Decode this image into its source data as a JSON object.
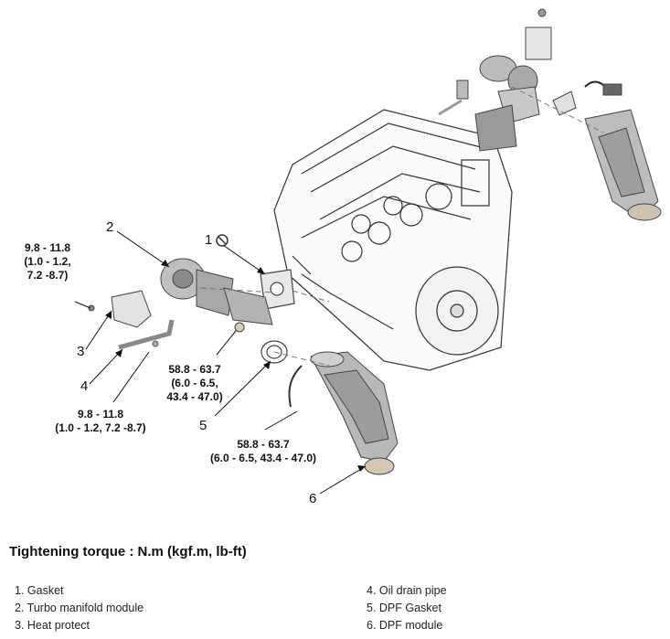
{
  "torque_specs": {
    "t1": "9.8 - 11.8\n(1.0 - 1.2,\n7.2 -8.7)",
    "t2": "9.8 - 11.8\n(1.0 - 1.2, 7.2 -8.7)",
    "t3": "58.8 - 63.7\n(6.0 - 6.5,\n43.4 - 47.0)",
    "t4": "58.8 - 63.7\n(6.0 - 6.5, 43.4 - 47.0)"
  },
  "callouts": {
    "n1": "1",
    "n2": "2",
    "n3": "3",
    "n4": "4",
    "n5": "5",
    "n6": "6"
  },
  "heading": "Tightening torque : N.m (kgf.m, lb-ft)",
  "legend": {
    "left": [
      "1. Gasket",
      "2. Turbo manifold module",
      "3. Heat protect"
    ],
    "right": [
      "4. Oil drain pipe",
      "5. DPF Gasket",
      "6. DPF module"
    ]
  },
  "icons": {
    "no_reuse": "no-reuse-icon"
  }
}
